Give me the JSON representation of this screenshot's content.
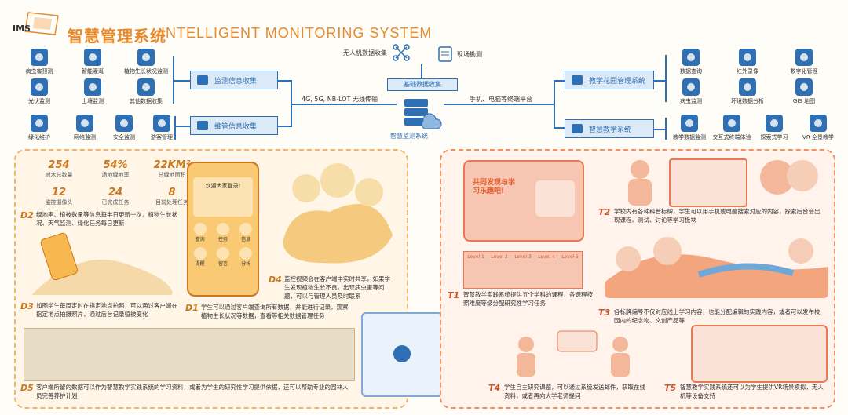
{
  "header": {
    "abbr": "IMS",
    "title_cn": "智慧管理系统",
    "title_en": "INTELLIGENT MONITORING SYSTEM"
  },
  "left_tiles": [
    {
      "label": "病虫害预测",
      "icon": "pest-warning-icon"
    },
    {
      "label": "智能灌溉",
      "icon": "irrigation-icon"
    },
    {
      "label": "植物生长状况监测",
      "icon": "plant-growth-icon"
    },
    {
      "label": "光伏监测",
      "icon": "solar-icon"
    },
    {
      "label": "土壤监测",
      "icon": "soil-ph-icon"
    },
    {
      "label": "其他数据收集",
      "icon": "data-collect-icon"
    },
    {
      "label": "绿化维护",
      "icon": "greening-icon"
    },
    {
      "label": "网络监测",
      "icon": "network-icon"
    },
    {
      "label": "安全监测",
      "icon": "bike-safety-icon"
    },
    {
      "label": "游客管理",
      "icon": "visitor-icon"
    }
  ],
  "collect_boxes": [
    "监测信息收集",
    "维管信息收集"
  ],
  "center": {
    "drone": "无人机数据收集",
    "onsite": "现场勘测",
    "hub": "基础数据收集",
    "server": "智慧监测系统",
    "left_link": "4G, 5G, NB-LOT 无线传输",
    "right_link": "手机、电脑等终端平台"
  },
  "right_boxes": [
    "教学花园管理系统",
    "智慧教学系统"
  ],
  "right_tiles": [
    {
      "label": "数据查询",
      "icon": "data-query-icon"
    },
    {
      "label": "红外录像",
      "icon": "infrared-icon"
    },
    {
      "label": "数字化管理",
      "icon": "digital-chart-icon"
    },
    {
      "label": "病虫监测",
      "icon": "pest-monitor-icon"
    },
    {
      "label": "环境数据分析",
      "icon": "env-analysis-icon"
    },
    {
      "label": "GIS 地图",
      "icon": "gis-map-icon"
    },
    {
      "label": "教学数据监测",
      "icon": "teaching-data-icon"
    },
    {
      "label": "交互式终端体验",
      "icon": "interactive-icon"
    },
    {
      "label": "探索式学习",
      "icon": "explore-icon"
    },
    {
      "label": "VR 全景教学",
      "icon": "vr-icon"
    }
  ],
  "stats": [
    {
      "value": "254",
      "label": "树木总数量"
    },
    {
      "value": "54%",
      "label": "场地绿地率"
    },
    {
      "value": "22KM²",
      "label": "总绿地面积"
    },
    {
      "value": "12",
      "label": "监控摄像头"
    },
    {
      "value": "24",
      "label": "已完成任务"
    },
    {
      "value": "8",
      "label": "目前处理任务"
    }
  ],
  "left_notes": [
    {
      "id": "D2",
      "text": "绿地率、植被数量等信息每半日更新一次，植物生长状况、天气监测、绿化任务每日更新"
    },
    {
      "id": "D3",
      "text": "如图学生每周定时在指定地点拍照，可以通过客户端在指定地点拍摄照片，通过后台记录植被变化"
    },
    {
      "id": "D1",
      "text": "学生可以通过客户端查询所有数据，并能进行记录，观察植物生长状况等数据，查看等相关数据管理任务"
    },
    {
      "id": "D4",
      "text": "监控视频会在客户端中实时共享，如果学生发现植物生长不良，出现病虫害等问题，可以与管理人员及时联系"
    },
    {
      "id": "D5",
      "text": "客户端所留的数据可以作为智慧教学实践系统的学习资料，或者为学生的研究性学习提供依据，还可以帮助专业的园林人员完善养护计划"
    }
  ],
  "phone_ui": {
    "welcome": "欢迎大家登录!",
    "menu": [
      "查询",
      "任务",
      "信息",
      "提醒",
      "留言",
      "分析"
    ]
  },
  "right_notes": [
    {
      "id": "T1",
      "text": "智慧教学实践系统提供五个学科的课程，各课程按照难度等级分配研究性学习任务"
    },
    {
      "id": "T2",
      "text": "学校内有各种科普标牌，学生可以用手机或电脑搜索对应的内容，探索后台会出现课程、测试、讨论等学习板块"
    },
    {
      "id": "T3",
      "text": "各标牌编号不仅对应线上学习内容，也能分配编辑的实践内容，或者可以发布校园内的纪念物、文创产品等"
    },
    {
      "id": "T4",
      "text": "学生自主研究课题，可以通过系统发送邮件，获取在线资料，或者再向大学老师提问"
    },
    {
      "id": "T5",
      "text": "智慧教学实践系统还可以为学生提供VR场景模拟，无人机等设备支持"
    }
  ],
  "tablet_ui": {
    "banner": "共同发现与学习乐趣吧!",
    "levels": [
      "Level 1",
      "Level 2",
      "Level 3",
      "Level 4",
      "Level 5"
    ]
  },
  "colors": {
    "blue": "#2f6fb3",
    "orange": "#e8892b",
    "panel_left": "#fff6e8",
    "panel_right": "#fff3ec"
  }
}
